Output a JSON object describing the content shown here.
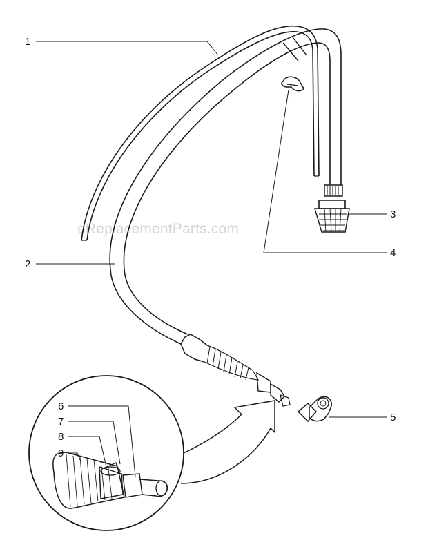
{
  "watermark": "eReplacementParts.com",
  "callouts": {
    "c1": "1",
    "c2": "2",
    "c3": "3",
    "c4": "4",
    "c5": "5",
    "c6": "6",
    "c7": "7",
    "c8": "8",
    "c9": "9"
  },
  "colors": {
    "line": "#1a1a1a",
    "watermark": "#d4d4d4",
    "background": "#ffffff"
  }
}
